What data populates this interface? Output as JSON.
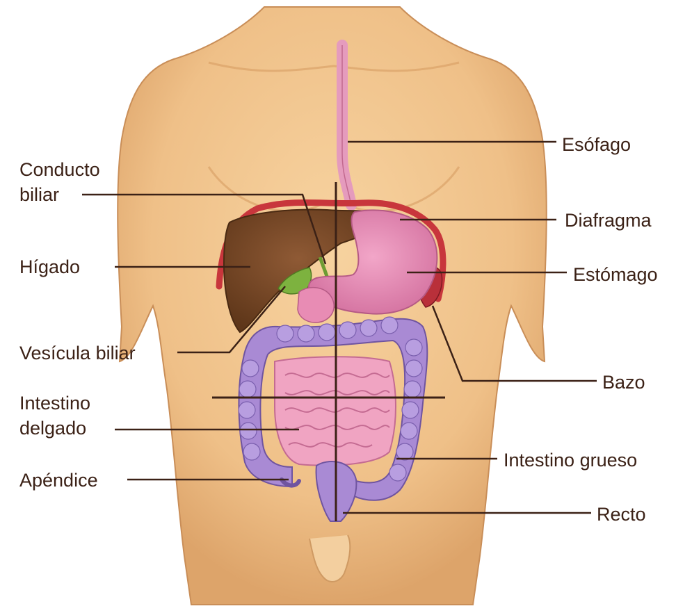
{
  "labels": {
    "esofago": "Esófago",
    "conducto_line1": "Conducto",
    "conducto_line2": "biliar",
    "diafragma": "Diafragma",
    "higado": "Hígado",
    "estomago": "Estómago",
    "vesicula": "Vesícula biliar",
    "bazo": "Bazo",
    "intestino_delgado_line1": "Intestino",
    "intestino_delgado_line2": "delgado",
    "intestino_grueso": "Intestino grueso",
    "apendice": "Apéndice",
    "recto": "Recto"
  },
  "colors": {
    "skin": "#f2c78f",
    "skin_shadow": "#d9a66c",
    "liver": "#7a4a2a",
    "stomach": "#e78cb6",
    "large_intestine": "#a98ad4",
    "small_intestine": "#f0a4c2",
    "diaphragm": "#c8363c",
    "spleen": "#b9303a",
    "gallbladder": "#7db23f",
    "leader_line": "#3b2116"
  }
}
